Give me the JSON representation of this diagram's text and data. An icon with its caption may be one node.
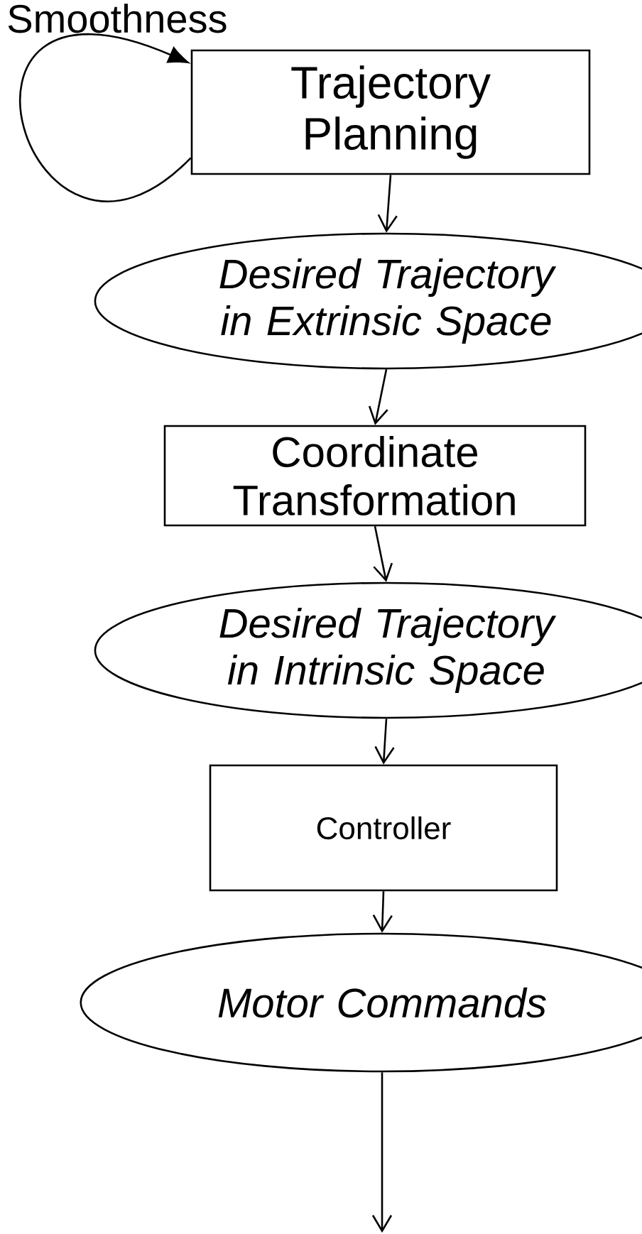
{
  "diagram": {
    "nodes": [
      {
        "text": [
          "Trajectory Planning"
        ]
      },
      {
        "text": [
          "Desired Trajectory in Extrinsic Space"
        ]
      },
      {
        "text": [
          "Coordinate Transformation"
        ]
      },
      {
        "text": [
          "Desired Trajectory in Intrinsic Space"
        ]
      },
      {
        "text": [
          "Controller"
        ]
      },
      {
        "text": [
          "Motor Commands"
        ]
      }
    ],
    "edges": [
      {
        "from": 0,
        "to": 0,
        "arrow": "to"
      },
      {
        "from": 0,
        "to": 1,
        "arrow": "to"
      },
      {
        "from": 1,
        "to": 2,
        "arrow": "to"
      },
      {
        "from": 2,
        "to": 3,
        "arrow": "to"
      },
      {
        "from": 3,
        "to": 4,
        "arrow": "to"
      },
      {
        "from": 4,
        "to": 5,
        "arrow": "to"
      },
      {
        "from": 5,
        "to": null,
        "arrow": "to"
      }
    ],
    "labels": [
      "Smoothness"
    ]
  }
}
